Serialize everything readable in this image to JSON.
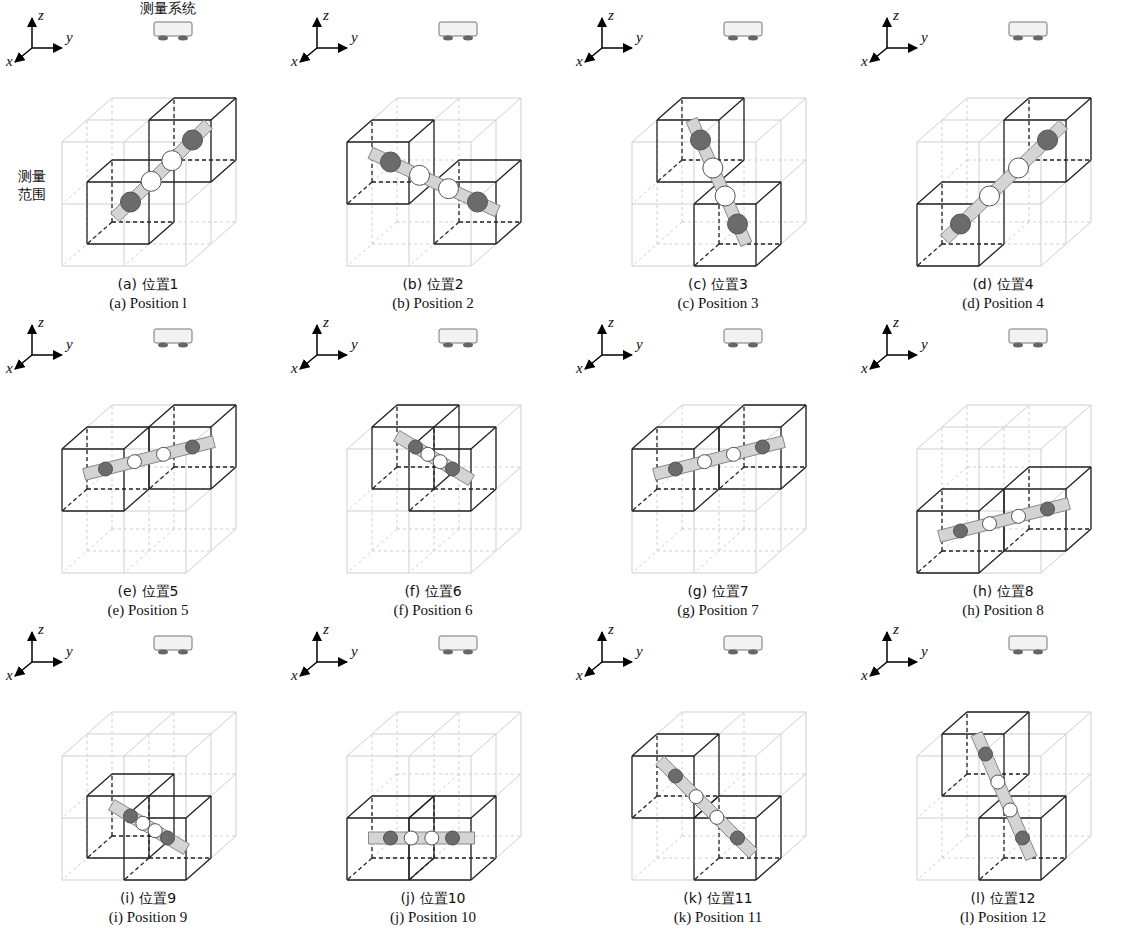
{
  "diagram": {
    "labels": [
      "测量系统",
      "测量范围",
      "x",
      "z",
      "y",
      "(a) 位置1",
      "(a) Position l",
      "x",
      "z",
      "y",
      "(b) 位置2",
      "(b) Position 2",
      "x",
      "z",
      "y",
      "(c) 位置3",
      "(c) Position 3",
      "x",
      "z",
      "y",
      "(d) 位置4",
      "(d) Position 4",
      "x",
      "z",
      "y",
      "(e) 位置5",
      "(e) Position 5",
      "x",
      "z",
      "y",
      "(f) 位置6",
      "(f) Position 6",
      "x",
      "z",
      "y",
      "(g) 位置7",
      "(g) Position 7",
      "x",
      "z",
      "y",
      "(h) 位置8",
      "(h) Position 8",
      "x",
      "z",
      "y",
      "(i) 位置9",
      "(i) Position 9",
      "x",
      "z",
      "y",
      "(j) 位置10",
      "(j) Position 10",
      "x",
      "z",
      "y",
      "(k) 位置11",
      "(k) Position 11",
      "x",
      "z",
      "y",
      "(l) 位置12",
      "(l) Position 12"
    ]
  }
}
